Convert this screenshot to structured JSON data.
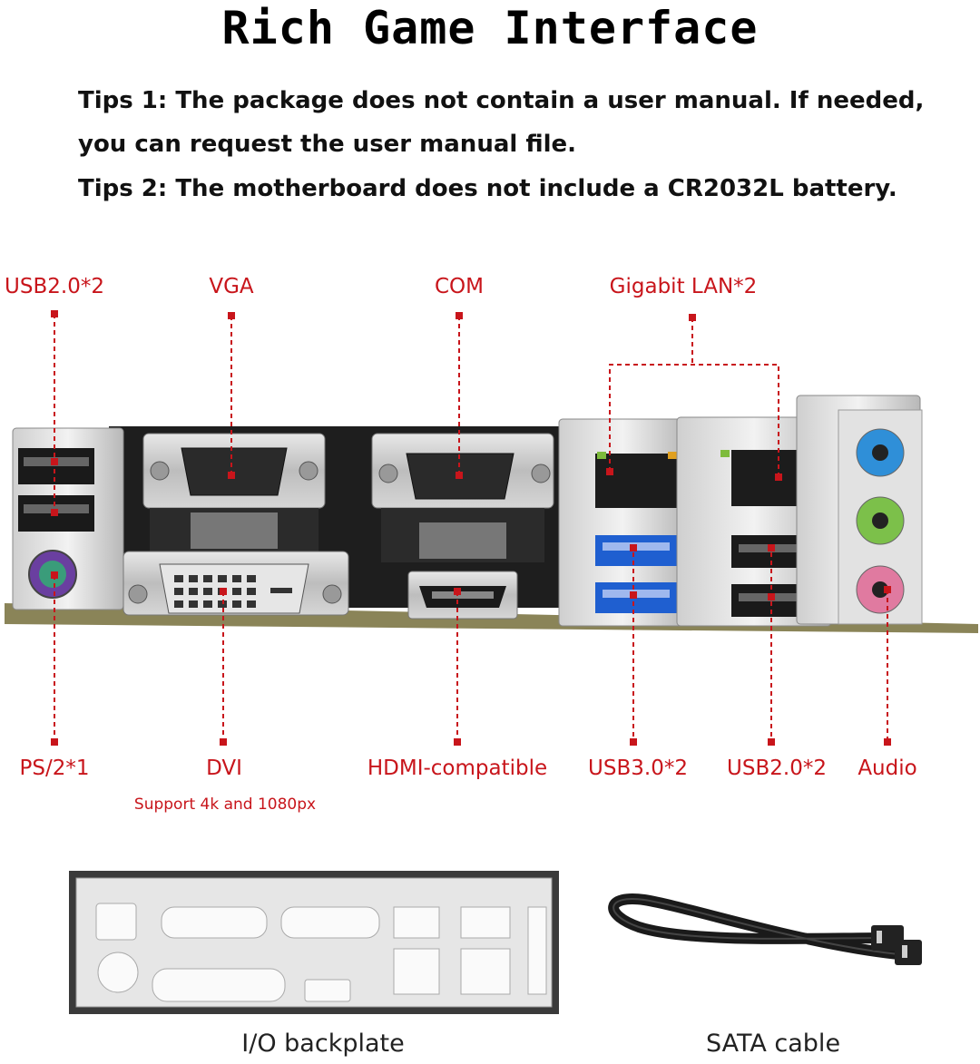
{
  "title": "Rich Game Interface",
  "tips": [
    "Tips 1: The package does not contain a user manual. If needed,",
    "you can request the user manual file.",
    "Tips 2: The motherboard does not include a CR2032L battery."
  ],
  "top_labels": {
    "usb20_left": "USB2.0*2",
    "vga": "VGA",
    "com": "COM",
    "gigabit_lan": "Gigabit LAN*2"
  },
  "bottom_labels": {
    "ps2": "PS/2*1",
    "dvi": "DVI",
    "hdmi": "HDMI-compatible",
    "usb30": "USB3.0*2",
    "usb20_right": "USB2.0*2",
    "audio": "Audio"
  },
  "dvi_note": "Support 4k and 1080px",
  "captions": {
    "backplate": "I/O backplate",
    "sata": "SATA cable"
  },
  "colors": {
    "accent_red": "#c8151b",
    "audio_blue": "#2f8fd8",
    "audio_green": "#7cc04a",
    "audio_pink": "#e07aa0",
    "usb3_blue": "#1f5fd0",
    "ps2_purple": "#6a3fa0"
  }
}
